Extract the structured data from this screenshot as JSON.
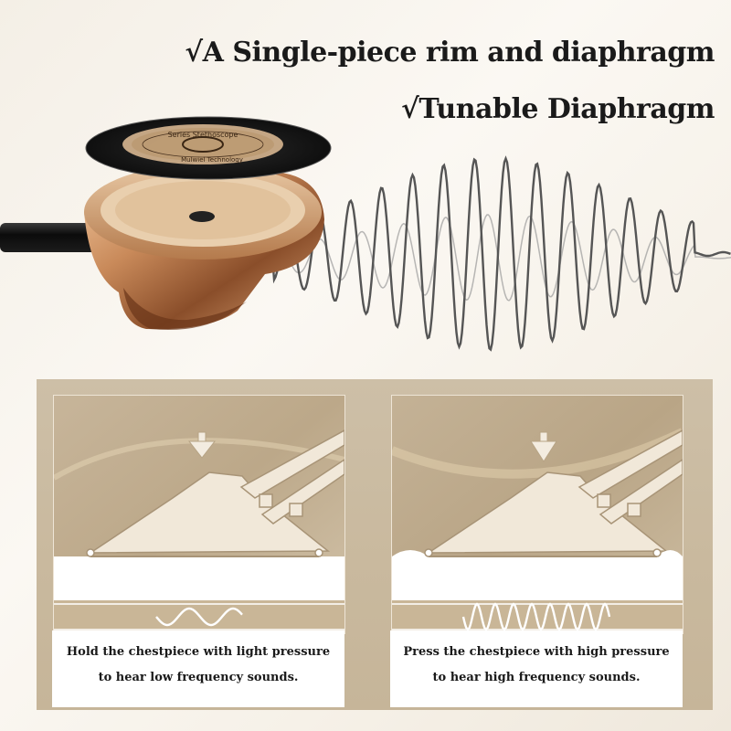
{
  "headlines": {
    "line1": "√A Single-piece rim and diaphragm",
    "line2": "√Tunable Diaphragm"
  },
  "diaphragm_engraving": {
    "outer": "Series Stethoscope",
    "inner": "Mulwiel Technology"
  },
  "panels": [
    {
      "caption_line1": "Hold the chestpiece with light pressure",
      "caption_line2": "to hear low frequency sounds.",
      "pressure": "light",
      "wave": "low-frequency"
    },
    {
      "caption_line1": "Press the chestpiece with high pressure",
      "caption_line2": "to hear high frequency sounds.",
      "pressure": "high",
      "wave": "high-frequency"
    }
  ],
  "colors": {
    "rose_gold": "#c98a5a",
    "panel_beige": "#cdbfa7",
    "text_dark": "#1a1a1a"
  }
}
